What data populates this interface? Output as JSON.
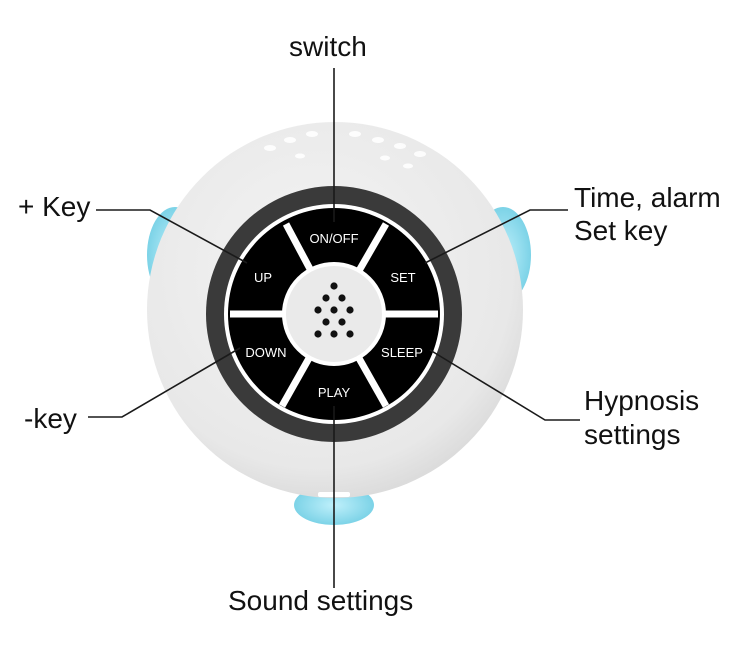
{
  "colors": {
    "body": "#eeeeee",
    "bezel": "#333333",
    "button": "#000000",
    "accent": "#8fd8ea",
    "leader": "#1a1a1a"
  },
  "device": {
    "buttons": {
      "on_off": "ON/OFF",
      "up": "UP",
      "set": "SET",
      "down": "DOWN",
      "sleep": "SLEEP",
      "play": "PLAY"
    },
    "speaker_icon": "speaker-grille-icon"
  },
  "callouts": {
    "switch": "switch",
    "plus_key": "+ Key",
    "time_alarm_1": "Time, alarm",
    "time_alarm_2": "Set key",
    "minus_key": "-key",
    "hypnosis_1": "Hypnosis",
    "hypnosis_2": "settings",
    "sound": "Sound settings"
  }
}
